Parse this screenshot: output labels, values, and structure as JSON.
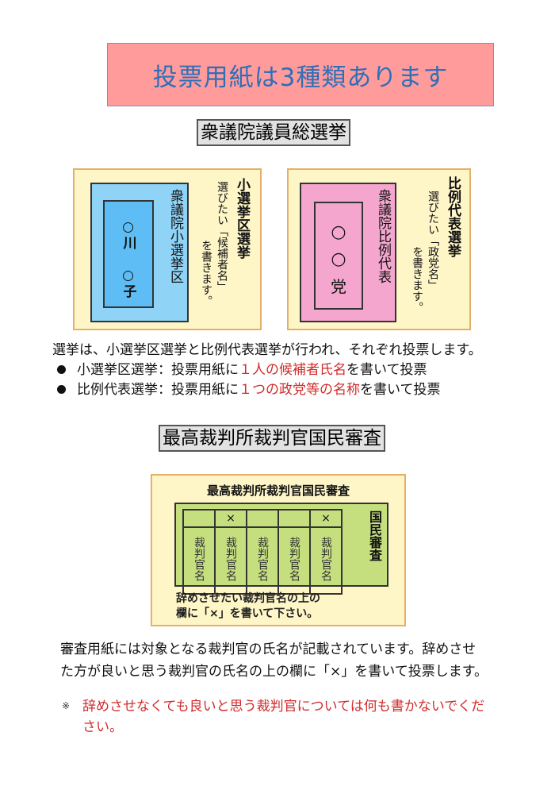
{
  "banner": {
    "title": "投票用紙は3種類あります"
  },
  "section1": {
    "title": "衆議院議員総選挙",
    "district_card": {
      "heading": "小選挙区選挙",
      "instruction_line1": "選びたい「候補者名」",
      "instruction_line2": "を書きます。",
      "ballot_label": "衆議院小選挙区",
      "ballot_name_top": "○川",
      "ballot_name_bottom": "○子",
      "colors": {
        "outer": "#8fd3f7",
        "inner": "#5fbdf5"
      }
    },
    "pr_card": {
      "heading": "比例代表選挙",
      "instruction_line1": "選びたい「政党名」",
      "instruction_line2": "を書きます。",
      "ballot_label": "衆議院比例代表",
      "ballot_party_line1": "○",
      "ballot_party_line2": "○",
      "ballot_party_line3": "党",
      "colors": {
        "ballot": "#f4a6cf"
      }
    },
    "description": "選挙は、小選挙区選挙と比例代表選挙が行われ、それぞれ投票します。",
    "bullets": [
      {
        "label": "小選挙区選挙：投票用紙に",
        "highlight": "１人の候補者氏名",
        "suffix": "を書いて投票"
      },
      {
        "label": "比例代表選挙：投票用紙に",
        "highlight": "１つの政党等の名称",
        "suffix": "を書いて投票"
      }
    ]
  },
  "section2": {
    "title": "最高裁判所裁判官国民審査",
    "card": {
      "heading": "最高裁判所裁判官国民審査",
      "side_label": "国民審査",
      "columns": [
        {
          "mark": "",
          "name": "裁判官名"
        },
        {
          "mark": "×",
          "name": "裁判官名"
        },
        {
          "mark": "",
          "name": "裁判官名"
        },
        {
          "mark": "",
          "name": "裁判官名"
        },
        {
          "mark": "×",
          "name": "裁判官名"
        }
      ],
      "instruction_line1": "辞めさせたい裁判官名の上の",
      "instruction_line2": "欄に「×」を書いて下さい。",
      "colors": {
        "sheet": "#c5df7f"
      }
    },
    "description_line1": "審査用紙には対象となる裁判官の氏名が記載されています。辞めさせ",
    "description_line2": "た方が良いと思う裁判官の氏名の上の欄に「×」を書いて投票します。",
    "note_mark": "※",
    "note_line1": "辞めさせなくても良いと思う裁判官については何も書かないでくだ",
    "note_line2": "さい。"
  }
}
